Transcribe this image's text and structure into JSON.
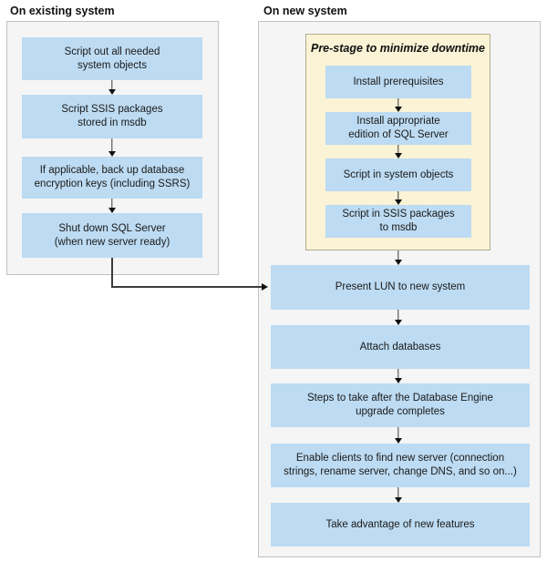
{
  "diagram": {
    "existing": {
      "header": "On existing system",
      "steps": [
        "Script out all needed\nsystem objects",
        "Script SSIS packages\nstored in msdb",
        "If applicable, back up database\nencryption keys (including SSRS)",
        "Shut down SQL Server\n(when new server ready)"
      ]
    },
    "new": {
      "header": "On new system",
      "prestage": {
        "title": "Pre-stage to minimize downtime",
        "steps": [
          "Install prerequisites",
          "Install appropriate\nedition of SQL Server",
          "Script in system objects",
          "Script in SSIS packages\nto msdb"
        ]
      },
      "steps": [
        "Present LUN to new system",
        "Attach databases",
        "Steps to take after the Database Engine\nupgrade completes",
        "Enable clients to find new server (connection\nstrings, rename server, change DNS, and so on...)",
        "Take advantage of new features"
      ]
    },
    "colors": {
      "step_fill": "#bddbf2",
      "panel_fill": "#f5f5f5",
      "panel_border": "#c2c2c2",
      "prestage_fill": "#faf3d5",
      "prestage_border": "#b2ab8e",
      "arrow": "#101010",
      "text": "#1a1a1a"
    }
  }
}
